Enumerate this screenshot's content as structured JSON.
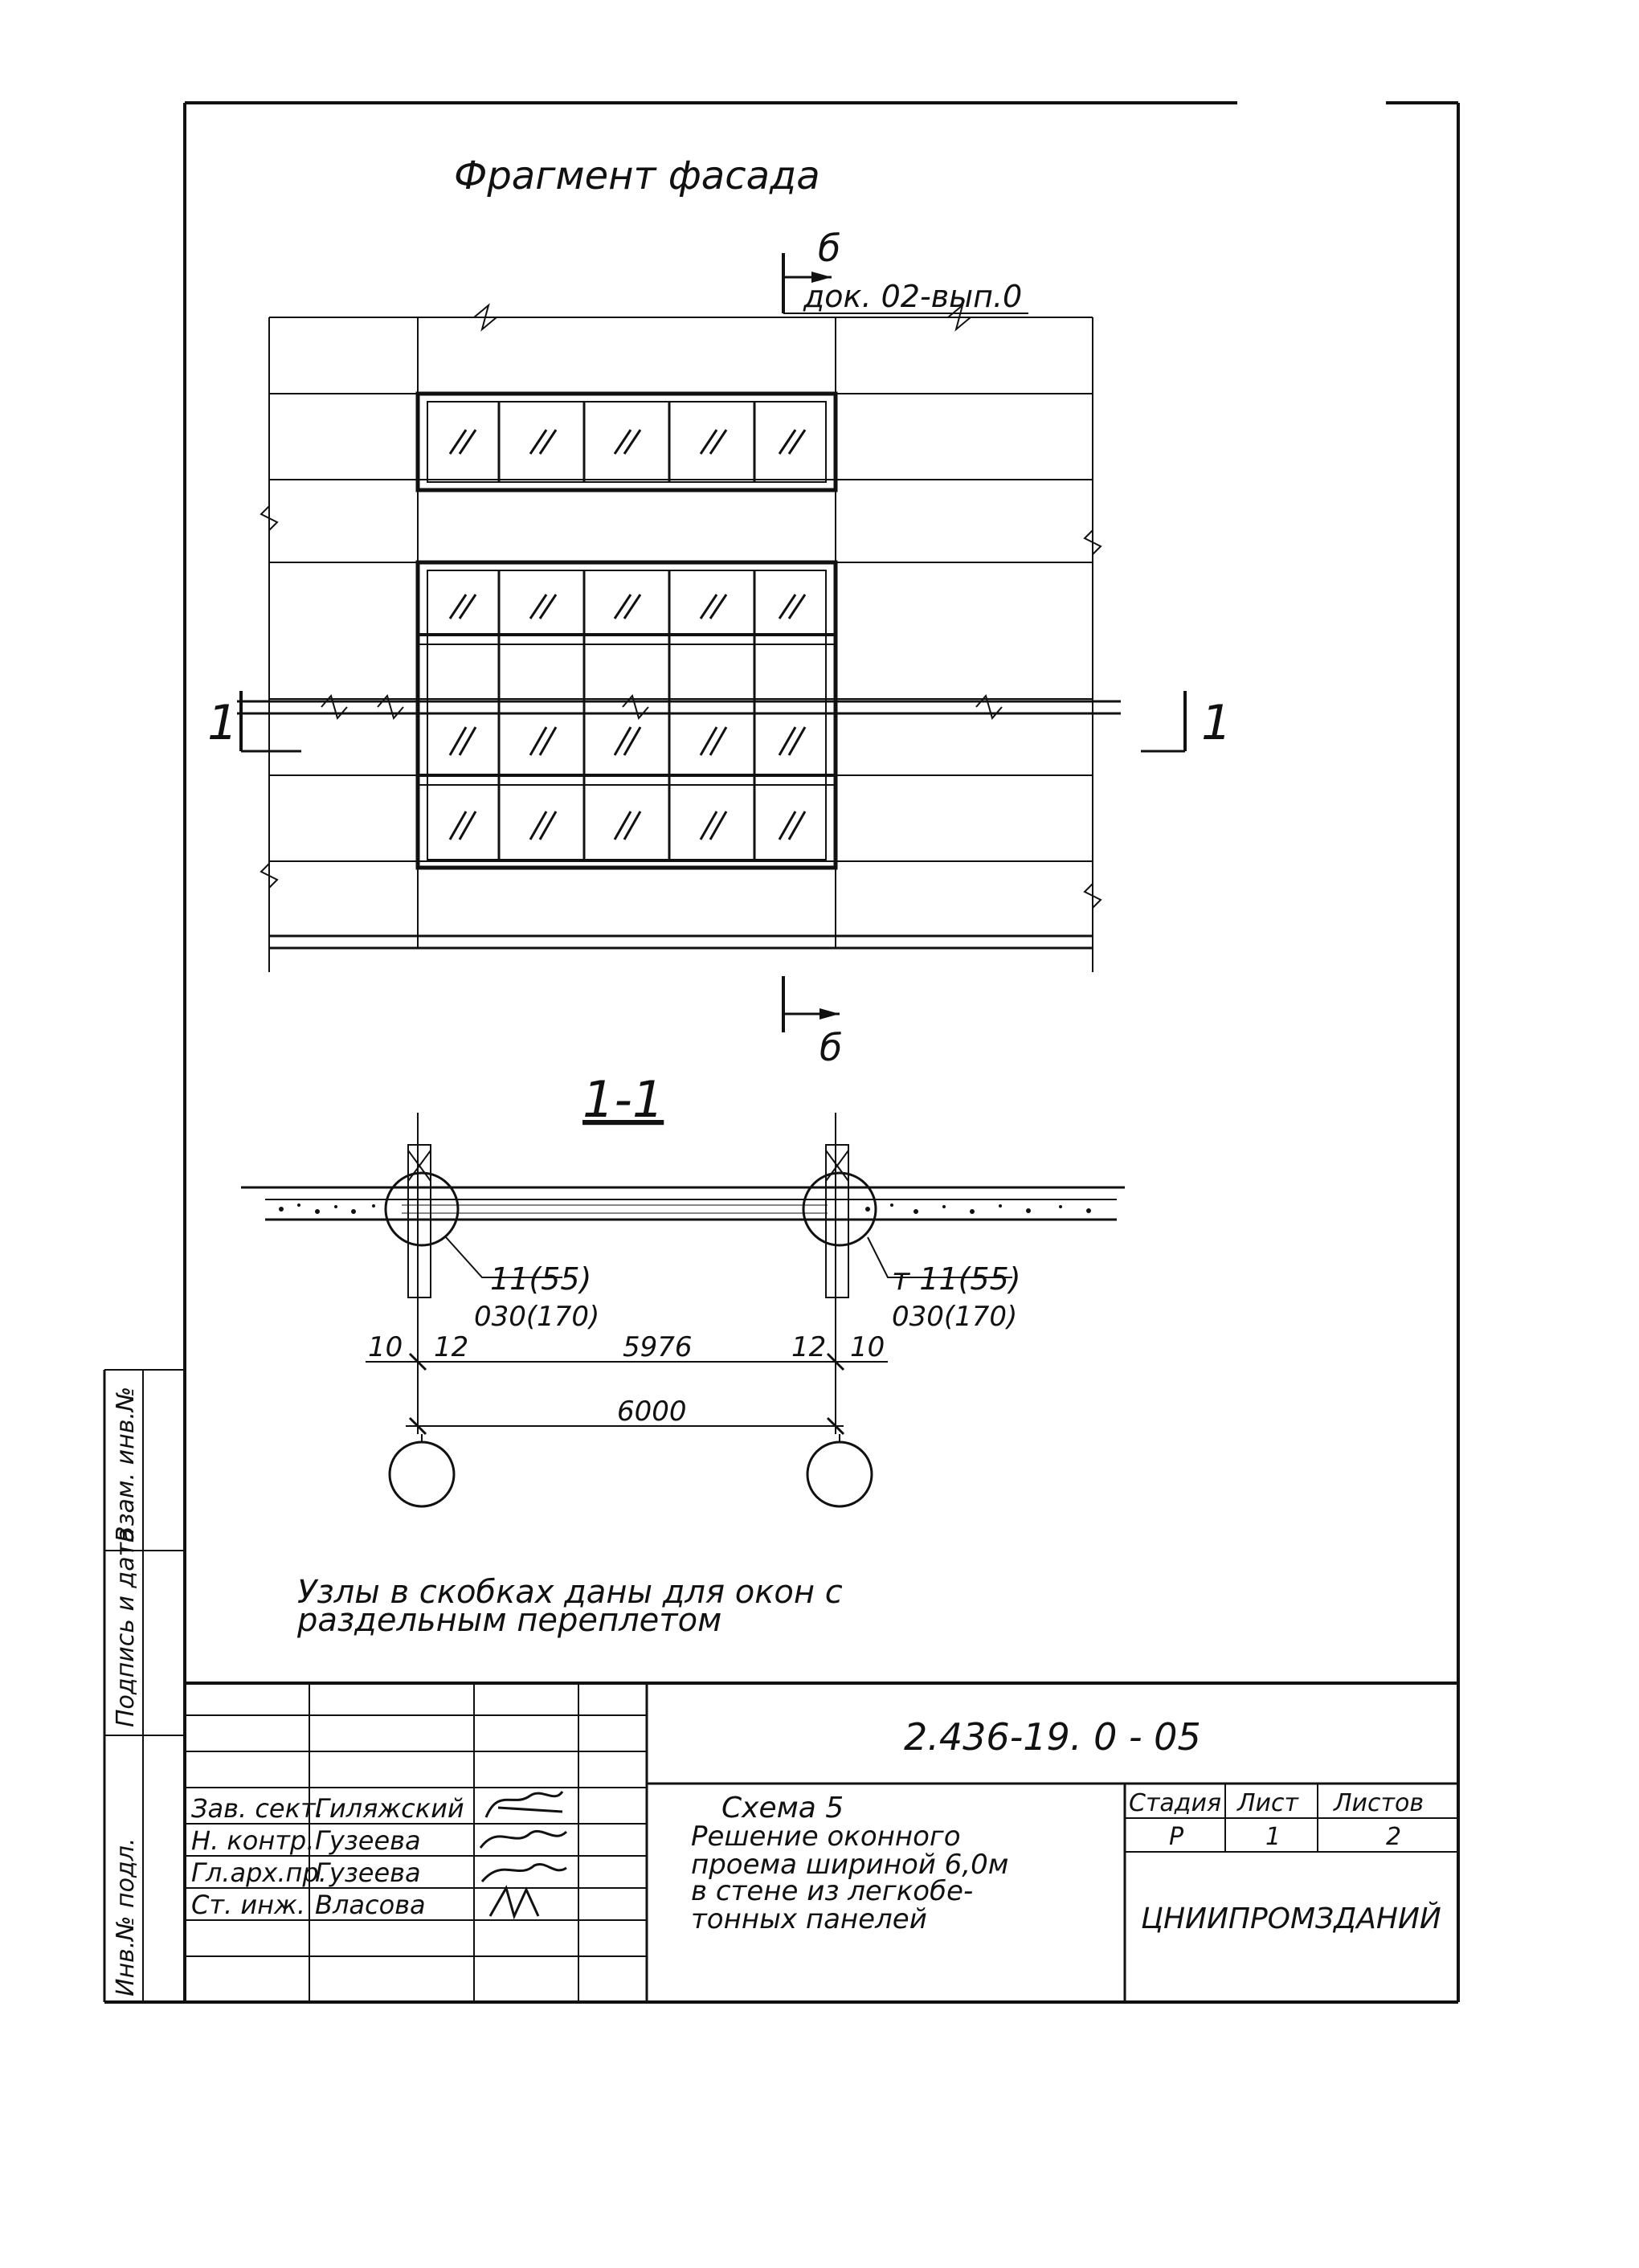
{
  "drawing": {
    "title_facade": "Фрагмент фасада",
    "section_mark_top_letter": "б",
    "section_mark_top_ref": "док. 02-вып.0",
    "section_mark_bottom_letter": "б",
    "cut_mark_left": "1",
    "cut_mark_right": "1",
    "section_title": "1-1",
    "node_left_1": "11(55)",
    "node_left_2": "030(170)",
    "node_right_1": "т 11(55)",
    "node_right_2": "030(170)",
    "dim_left_offset": "10",
    "dim_left_col": "12",
    "dim_inner": "5976",
    "dim_right_col": "12",
    "dim_right_offset": "10",
    "dim_total": "6000",
    "note_line1": "Узлы в скобках даны для окон с",
    "note_line2": "раздельным переплетом"
  },
  "side_stamp": {
    "field1": "Инв.№ подл.",
    "field2": "Подпись и дата",
    "field3": "Взам. инв.№"
  },
  "title_block": {
    "doc_code": "2.436-19. 0 - 05",
    "rows": [
      {
        "role": "Зав. сект.",
        "name": "Гиляжский"
      },
      {
        "role": "Н. контр.",
        "name": "Гузеева"
      },
      {
        "role": "Гл.арх.пр.",
        "name": "Гузеева"
      },
      {
        "role": "Ст. инж.",
        "name": "Власова"
      }
    ],
    "description": [
      "Схема 5",
      "Решение оконного",
      "проема шириной 6,0м",
      "в стене из легкобе-",
      "тонных панелей"
    ],
    "stage_label": "Стадия",
    "sheet_label": "Лист",
    "sheets_label": "Листов",
    "stage_value": "Р",
    "sheet_value": "1",
    "sheets_value": "2",
    "organization": "ЦНИИПРОМЗДАНИЙ"
  }
}
